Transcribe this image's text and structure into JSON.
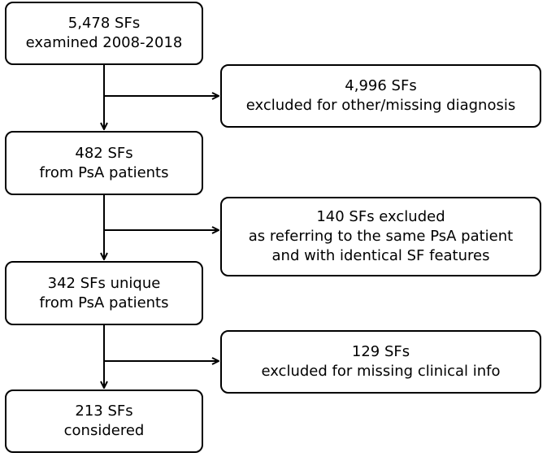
{
  "colors": {
    "stroke": "#000000",
    "background": "#ffffff"
  },
  "main_boxes": [
    {
      "lines": [
        "5,478 SFs",
        "examined 2008-2018"
      ]
    },
    {
      "lines": [
        "482 SFs",
        "from PsA patients"
      ]
    },
    {
      "lines": [
        "342 SFs unique",
        "from PsA patients"
      ]
    },
    {
      "lines": [
        "213 SFs",
        "considered"
      ]
    }
  ],
  "side_boxes": [
    {
      "lines": [
        "4,996 SFs",
        "excluded for other/missing diagnosis"
      ]
    },
    {
      "lines": [
        "140 SFs excluded",
        "as referring to the same PsA patient",
        "and with identical SF features"
      ]
    },
    {
      "lines": [
        "129 SFs",
        "excluded for missing clinical info"
      ]
    }
  ]
}
